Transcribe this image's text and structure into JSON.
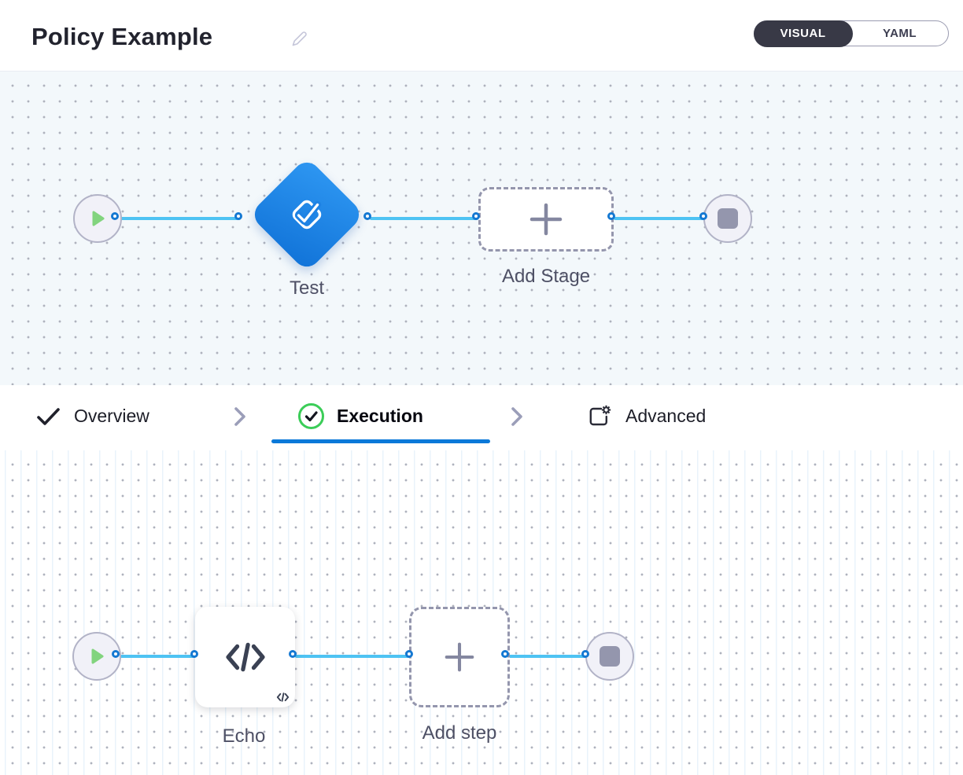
{
  "header": {
    "title": "Policy Example",
    "view_toggle": {
      "visual": "VISUAL",
      "yaml": "YAML",
      "selected": "VISUAL"
    }
  },
  "stage_pipeline": {
    "stage_name": "Test",
    "add_button_label": "Add Stage"
  },
  "tabs": {
    "overview": {
      "label": "Overview",
      "icon": "check-icon",
      "state": "complete"
    },
    "execution": {
      "label": "Execution",
      "icon": "circle-check-icon",
      "state": "active"
    },
    "advanced": {
      "label": "Advanced",
      "icon": "settings-square-icon",
      "state": "default"
    }
  },
  "step_pipeline": {
    "step_name": "Echo",
    "add_button_label": "Add step"
  },
  "icons": {
    "edit": "pencil-icon",
    "pipeline_start": "play-icon",
    "pipeline_end": "stop-icon",
    "stage_type": "approval-check-icon",
    "step_type": "code-icon",
    "add": "plus-icon",
    "tab_separator": "chevron-right-icon"
  },
  "colors": {
    "accent_blue": "#0b79d9",
    "connector_blue": "#4ec3f3",
    "port_border_blue": "#1478d2",
    "stage_gradient_start": "#2e97f2",
    "stage_gradient_end": "#1173d8",
    "success_green": "#3bcd58",
    "play_green": "#82d47e",
    "node_gray": "#9496ad",
    "toggle_dark": "#383946",
    "canvas_top_bg": "#f3f8fb",
    "canvas_bottom_bg": "#ffffff",
    "label_gray": "#4e5065"
  }
}
